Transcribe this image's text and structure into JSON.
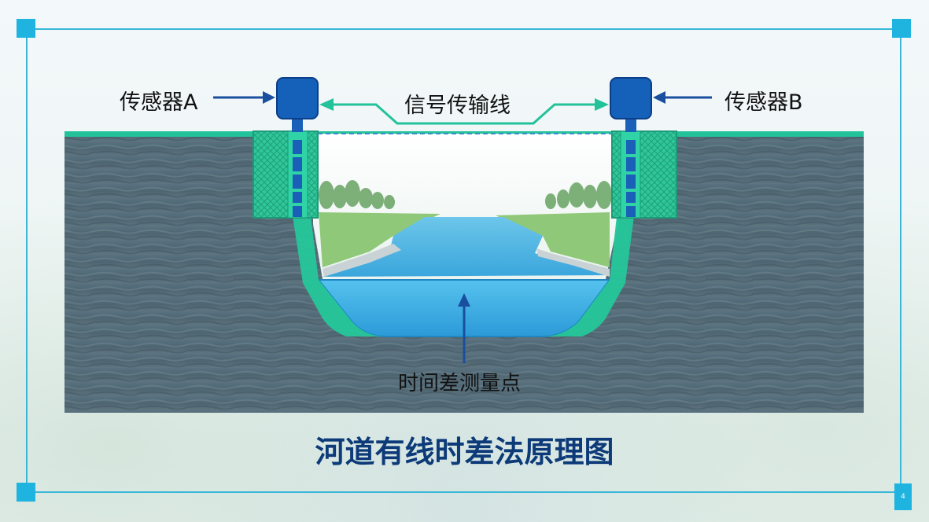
{
  "title": "河道有线时差法原理图",
  "labels": {
    "sensor_a": "传感器A",
    "sensor_b": "传感器B",
    "signal_line": "信号传输线",
    "measurement_point": "时间差测量点"
  },
  "page_number": "4",
  "colors": {
    "frame": "#39b6d8",
    "title": "#0d3a78",
    "sensor": "#1560b8",
    "pipe": "#25c79a",
    "ground_top": "#22c29a",
    "water": "#3fb2e6",
    "soil": "#4f6672",
    "arrow": "#1a4fa0"
  },
  "icons": [
    "sensor-a-icon",
    "sensor-b-icon",
    "arrow-icon"
  ]
}
